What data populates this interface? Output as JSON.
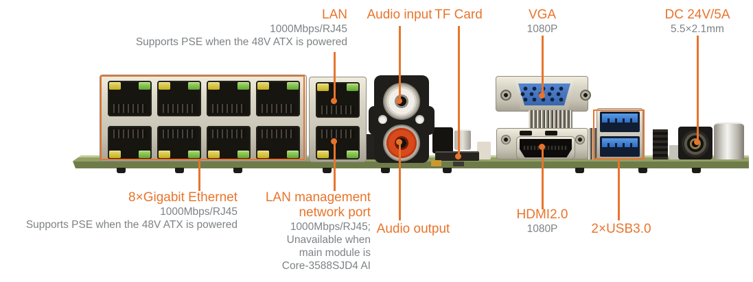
{
  "colors": {
    "accent": "#E8742C",
    "subtext": "#7E8285",
    "background": "#FFFFFF"
  },
  "callouts": {
    "lan": {
      "label": "LAN",
      "sub1": "1000Mbps/RJ45",
      "sub2": "Supports PSE when the 48V ATX is powered"
    },
    "audio_input": {
      "label": "Audio input"
    },
    "tf_card": {
      "label": "TF Card"
    },
    "vga": {
      "label": "VGA",
      "sub1": "1080P"
    },
    "dc_power": {
      "label": "DC 24V/5A",
      "sub1": "5.5×2.1mm"
    },
    "gigabit_ethernet": {
      "label": "8×Gigabit Ethernet",
      "sub1": "1000Mbps/RJ45",
      "sub2": "Supports PSE when the 48V ATX is powered"
    },
    "lan_management": {
      "label": "LAN management\nnetwork port",
      "sub1": "1000Mbps/RJ45;",
      "sub2": "Unavailable when",
      "sub3": "main module is",
      "sub4": "Core-3588SJD4 AI"
    },
    "audio_output": {
      "label": "Audio output"
    },
    "hdmi": {
      "label": "HDMI2.0",
      "sub1": "1080P"
    },
    "usb3": {
      "label": "2×USB3.0"
    }
  }
}
